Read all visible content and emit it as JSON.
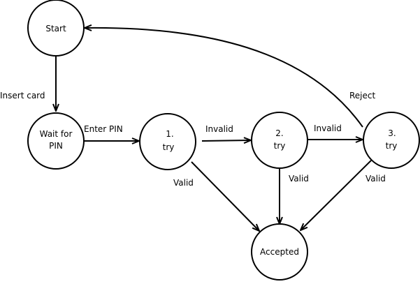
{
  "diagram": {
    "states": {
      "start": [
        "Start"
      ],
      "wait_pin": [
        "Wait for",
        "PIN"
      ],
      "try1": [
        "1.",
        "try"
      ],
      "try2": [
        "2.",
        "try"
      ],
      "try3": [
        "3.",
        "try"
      ],
      "accepted": [
        "Accepted"
      ]
    },
    "transitions": {
      "insert_card": "Insert card",
      "enter_pin": "Enter PIN",
      "invalid_1": "Invalid",
      "invalid_2": "Invalid",
      "valid_1": "Valid",
      "valid_2": "Valid",
      "valid_3": "Valid",
      "reject": "Reject"
    },
    "colors": {
      "stroke": "#000000",
      "fill": "#ffffff",
      "background": "#ffffff"
    }
  }
}
